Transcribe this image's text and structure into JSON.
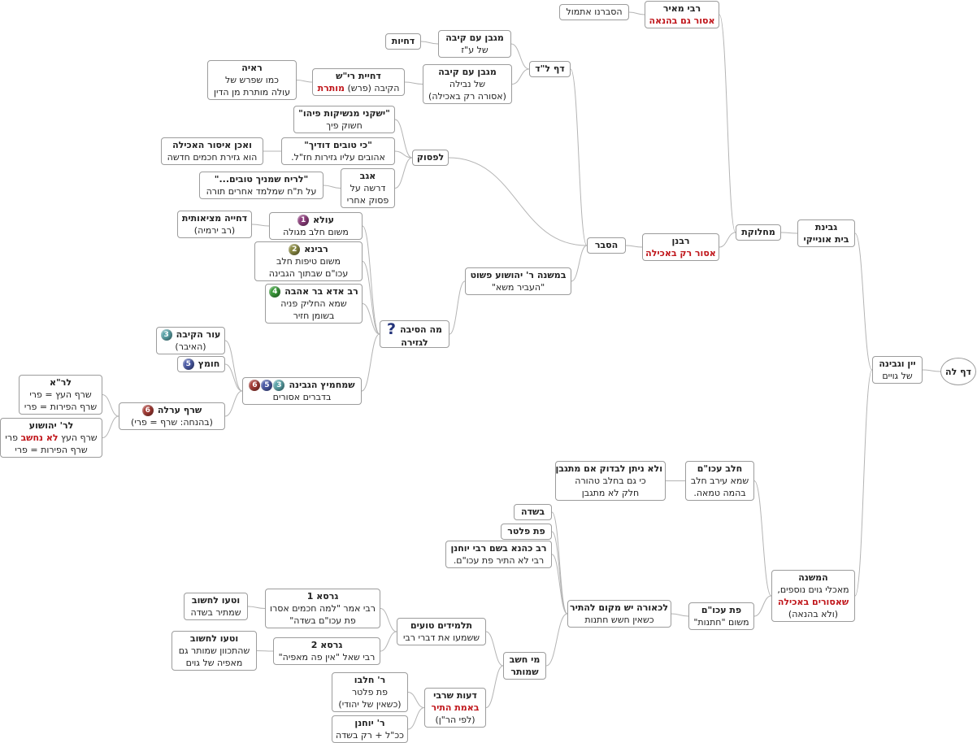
{
  "icon_palette": {
    "1": "#8e3e7d",
    "2": "#8a8a42",
    "3": "#5aa3a8",
    "4": "#3a9a3a",
    "5": "#4a5aa6",
    "6": "#a43a34"
  },
  "question_icon": "question-mark-icon",
  "nodes": [
    {
      "id": "daf",
      "root": true,
      "lines": [
        {
          "text": "דף לה",
          "style": "b"
        }
      ]
    },
    {
      "id": "yayin",
      "lines": [
        {
          "text": "יין וגבינה",
          "style": "b"
        },
        {
          "text": "של גויים"
        }
      ]
    },
    {
      "id": "gvinat",
      "lines": [
        {
          "text": "גבינת",
          "style": "b"
        },
        {
          "text": "בית אונייקי",
          "style": "b"
        }
      ]
    },
    {
      "id": "machloket",
      "lines": [
        {
          "text": "מחלוקת",
          "style": "b"
        }
      ]
    },
    {
      "id": "rmeir",
      "lines": [
        {
          "text": "רבי מאיר",
          "style": "b"
        },
        {
          "text": "אסור גם בהנאה",
          "style": "red"
        }
      ]
    },
    {
      "id": "hesbarnu",
      "lines": [
        {
          "text": "הסברנו אתמול"
        }
      ]
    },
    {
      "id": "rabanan",
      "lines": [
        {
          "text": "רבנן",
          "style": "b"
        },
        {
          "text": "אסור רק באכילה",
          "style": "red"
        }
      ]
    },
    {
      "id": "hesber",
      "lines": [
        {
          "text": "הסבר",
          "style": "b"
        }
      ]
    },
    {
      "id": "daf34",
      "lines": [
        {
          "text": "דף ל\"ד",
          "style": "b"
        }
      ]
    },
    {
      "id": "magvan1",
      "lines": [
        {
          "text": "מגבן עם קיבה",
          "style": "b"
        },
        {
          "text": "של ע\"ז"
        }
      ]
    },
    {
      "id": "dchiyot",
      "lines": [
        {
          "text": "דחיות",
          "style": "b"
        }
      ]
    },
    {
      "id": "magvan2",
      "lines": [
        {
          "text": "מגבן עם קיבה",
          "style": "b"
        },
        {
          "text": "של נבילה"
        },
        {
          "text": "(אסורה רק באכילה)"
        }
      ]
    },
    {
      "id": "dchiyatrash",
      "lines": [
        {
          "text": "דחיית רי\"ש",
          "style": "b"
        },
        {
          "segs": [
            {
              "text": "הקיבה (פרש) "
            },
            {
              "text": "מותרת",
              "style": "red"
            }
          ]
        }
      ]
    },
    {
      "id": "raaya",
      "lines": [
        {
          "text": "ראיה",
          "style": "b"
        },
        {
          "text": "כמו שפרש של"
        },
        {
          "text": "עולה מותרת מן הדין"
        }
      ]
    },
    {
      "id": "lapasuk",
      "lines": [
        {
          "text": "לפסוק",
          "style": "b"
        }
      ]
    },
    {
      "id": "yishakeni",
      "lines": [
        {
          "text": "\"ישקני מנשיקות פיהו\"",
          "style": "b"
        },
        {
          "text": "חשוק פיך"
        }
      ]
    },
    {
      "id": "kitovim",
      "lines": [
        {
          "text": "\"כי טובים דודיך\"",
          "style": "b"
        },
        {
          "text": "אהובים עליו גזירות חז\"ל."
        }
      ]
    },
    {
      "id": "veachen",
      "lines": [
        {
          "text": "ואכן איסור האכילה",
          "style": "b"
        },
        {
          "text": "הוא גזירת חכמים חדשה"
        }
      ]
    },
    {
      "id": "agav",
      "lines": [
        {
          "text": "אגב",
          "style": "b"
        },
        {
          "text": "דרשה על"
        },
        {
          "text": "פסוק אחרי"
        }
      ]
    },
    {
      "id": "lereach",
      "lines": [
        {
          "text": "\"לריח שמניך טובים...\"",
          "style": "b"
        },
        {
          "text": "על ת\"ח שמלמד אחרים תורה"
        }
      ]
    },
    {
      "id": "bamishna",
      "lines": [
        {
          "text": "במשנה ר' יהושוע פשוט",
          "style": "b"
        },
        {
          "text": "\"העביר משא\""
        }
      ]
    },
    {
      "id": "maha",
      "question": true,
      "lines": [
        {
          "text": "מה הסיבה",
          "style": "b"
        },
        {
          "text": "לגזירה",
          "style": "b"
        }
      ]
    },
    {
      "id": "ula",
      "icons": [
        "1"
      ],
      "lines": [
        {
          "text": "עולא",
          "style": "b"
        },
        {
          "text": "משום חלב מגולה"
        }
      ]
    },
    {
      "id": "dchiyamets",
      "lines": [
        {
          "text": "דחייה מציאותית",
          "style": "b"
        },
        {
          "text": "(רב ירמיה)"
        }
      ]
    },
    {
      "id": "ravina",
      "icons": [
        "2"
      ],
      "lines": [
        {
          "text": "רבינא",
          "style": "b"
        },
        {
          "text": "משום טיפות חלב"
        },
        {
          "text": "עכו\"ם שבתוך הגבינה"
        }
      ]
    },
    {
      "id": "radda",
      "icons": [
        "4"
      ],
      "lines": [
        {
          "text": "רב אדא בר אהבה",
          "style": "b"
        },
        {
          "text": "שמא החליק פניה"
        },
        {
          "text": "בשומן חזיר"
        }
      ]
    },
    {
      "id": "shmachmitz",
      "icons": [
        "3",
        "5",
        "6"
      ],
      "lines": [
        {
          "text": "שמחמיץ הגבינה",
          "style": "b"
        },
        {
          "text": "בדברים אסורים"
        }
      ]
    },
    {
      "id": "orhakeiva",
      "icons": [
        "3"
      ],
      "lines": [
        {
          "text": "עור הקיבה",
          "style": "b"
        },
        {
          "text": "(האיבר)"
        }
      ]
    },
    {
      "id": "chometz",
      "icons": [
        "5"
      ],
      "lines": [
        {
          "text": "חומץ",
          "style": "b"
        }
      ]
    },
    {
      "id": "sraf",
      "icons": [
        "6"
      ],
      "lines": [
        {
          "text": "שרף ערלה",
          "style": "b"
        },
        {
          "text": "(בהנחה: שרף = פרי)"
        }
      ]
    },
    {
      "id": "lera",
      "lines": [
        {
          "text": "לר\"א",
          "style": "b"
        },
        {
          "text": "שרף העץ = פרי"
        },
        {
          "text": "שרף הפירות = פרי"
        }
      ]
    },
    {
      "id": "leryeh",
      "lines": [
        {
          "text": "לר' יהושוע",
          "style": "b"
        },
        {
          "segs": [
            {
              "text": "שרף העץ "
            },
            {
              "text": "לא נחשב",
              "style": "red"
            },
            {
              "text": " פרי"
            }
          ]
        },
        {
          "text": "שרף הפירות = פרי"
        }
      ]
    },
    {
      "id": "mishna2",
      "lines": [
        {
          "text": "המשנה",
          "style": "b"
        },
        {
          "text": "מאכלי גוים נוספים,"
        },
        {
          "text": "שאסורים באכילה",
          "style": "red"
        },
        {
          "text": "(ולא בהנאה)"
        }
      ]
    },
    {
      "id": "chalav",
      "lines": [
        {
          "text": "חלב עכו\"ם",
          "style": "b"
        },
        {
          "text": "שמא עירב חלב"
        },
        {
          "text": "בהמה טמאה."
        }
      ]
    },
    {
      "id": "velo",
      "lines": [
        {
          "text": "ולא ניתן לבדוק אם מתגבן",
          "style": "b"
        },
        {
          "text": "כי גם בחלב טהורה"
        },
        {
          "text": "חלק לא מתגבן"
        }
      ]
    },
    {
      "id": "pat",
      "lines": [
        {
          "text": "פת עכו\"ם",
          "style": "b"
        },
        {
          "text": "משום \"חתנות\""
        }
      ]
    },
    {
      "id": "lichora",
      "lines": [
        {
          "text": "לכאורה יש מקום להתיר",
          "style": "b"
        },
        {
          "text": "כשאין חשש חתנות"
        }
      ]
    },
    {
      "id": "basade",
      "lines": [
        {
          "text": "בשדה",
          "style": "b"
        }
      ]
    },
    {
      "id": "patpalter",
      "lines": [
        {
          "text": "פת פלטר",
          "style": "b"
        }
      ]
    },
    {
      "id": "ravkahana",
      "lines": [
        {
          "text": "רב כהנא בשם רבי יוחנן",
          "style": "b"
        },
        {
          "text": "רבי לא התיר פת עכו\"ם."
        }
      ]
    },
    {
      "id": "mi",
      "lines": [
        {
          "text": "מי חשב",
          "style": "b"
        },
        {
          "text": "שמותר",
          "style": "b"
        }
      ]
    },
    {
      "id": "talmidim",
      "lines": [
        {
          "text": "תלמידים טועים",
          "style": "b"
        },
        {
          "text": "ששמעו את דברי רבי"
        }
      ]
    },
    {
      "id": "girsa1",
      "lines": [
        {
          "text": "גרסא 1",
          "style": "b"
        },
        {
          "text": "רבי אמר \"למה חכמים אסרו"
        },
        {
          "text": "פת עכו\"ם בשדה\""
        }
      ]
    },
    {
      "id": "vetau1",
      "lines": [
        {
          "text": "וטעו לחשוב",
          "style": "b"
        },
        {
          "text": "שמתיר בשדה"
        }
      ]
    },
    {
      "id": "girsa2",
      "lines": [
        {
          "text": "גרסא 2",
          "style": "b"
        },
        {
          "text": "רבי שאל \"אין פה מאפיה\""
        }
      ]
    },
    {
      "id": "vetau2",
      "lines": [
        {
          "text": "וטעו לחשוב",
          "style": "b"
        },
        {
          "text": "שהתכוון שמותר גם"
        },
        {
          "text": "מאפיה של גוים"
        }
      ]
    },
    {
      "id": "deot",
      "lines": [
        {
          "text": "דעות שרבי",
          "style": "b"
        },
        {
          "text": "באמת התיר",
          "style": "red"
        },
        {
          "text": "(לפי הר\"ן)"
        }
      ]
    },
    {
      "id": "rchelbo",
      "lines": [
        {
          "text": "ר' חלבו",
          "style": "b"
        },
        {
          "text": "פת פלטר"
        },
        {
          "text": "(כשאין של יהודי)"
        }
      ]
    },
    {
      "id": "ryochanan",
      "lines": [
        {
          "text": "ר' יוחנן",
          "style": "b"
        },
        {
          "text": "ככ\"ל + רק בשדה"
        }
      ]
    }
  ]
}
